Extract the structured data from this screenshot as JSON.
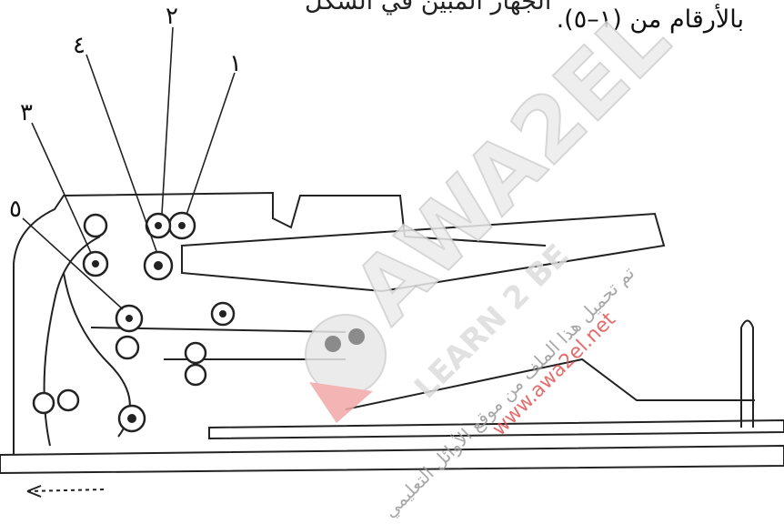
{
  "caption": {
    "top_line_fragment": "الجهاز المبين في الشكل",
    "line": "بالأرقام من (١–٥)."
  },
  "labels": {
    "l1": "١",
    "l2": "٢",
    "l3": "٣",
    "l4": "٤",
    "l5": "٥"
  },
  "watermark": {
    "brand": "AWA2EL",
    "tagline": "LEARN 2 BE",
    "url": "www.awa2el.net",
    "note": "تم تحميل هذا الملف من موقع الأوائل التعليمي"
  }
}
